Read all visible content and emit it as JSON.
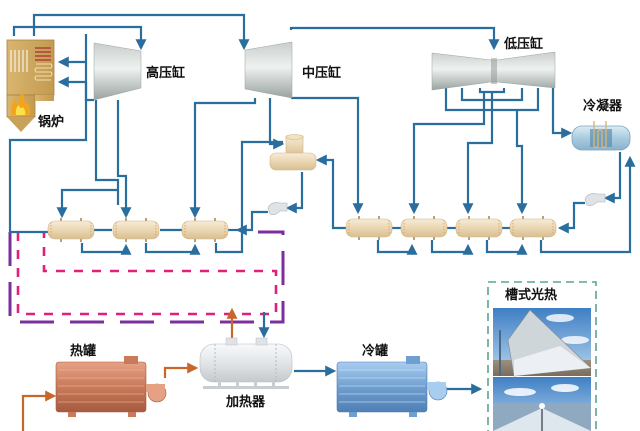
{
  "title": "槽式光热耦合燃煤发电系统示意图",
  "labels": {
    "boiler": "锅炉",
    "hp_turbine": "高压缸",
    "ip_turbine": "中压缸",
    "lp_turbine": "低压缸",
    "condenser": "冷凝器",
    "hot_tank": "热罐",
    "heater": "加热器",
    "cold_tank": "冷罐",
    "trough_csp": "槽式光热"
  },
  "colors": {
    "steam_water_pipe": "#2a6e9e",
    "molten_salt_pipe": "#c8672a",
    "purple_loop": "#7b2f9e",
    "pink_loop": "#e0207a",
    "csp_box": "#5aa58a",
    "heater_shell": "#e6e8ea",
    "hot_tank": "#c97a5a",
    "cold_tank": "#6f9fd0",
    "feedwater_heater": "#ecd9b8"
  },
  "components": {
    "low_pressure_heaters": 4,
    "high_pressure_heaters": 3,
    "deaerator": 1,
    "pumps": 2
  }
}
